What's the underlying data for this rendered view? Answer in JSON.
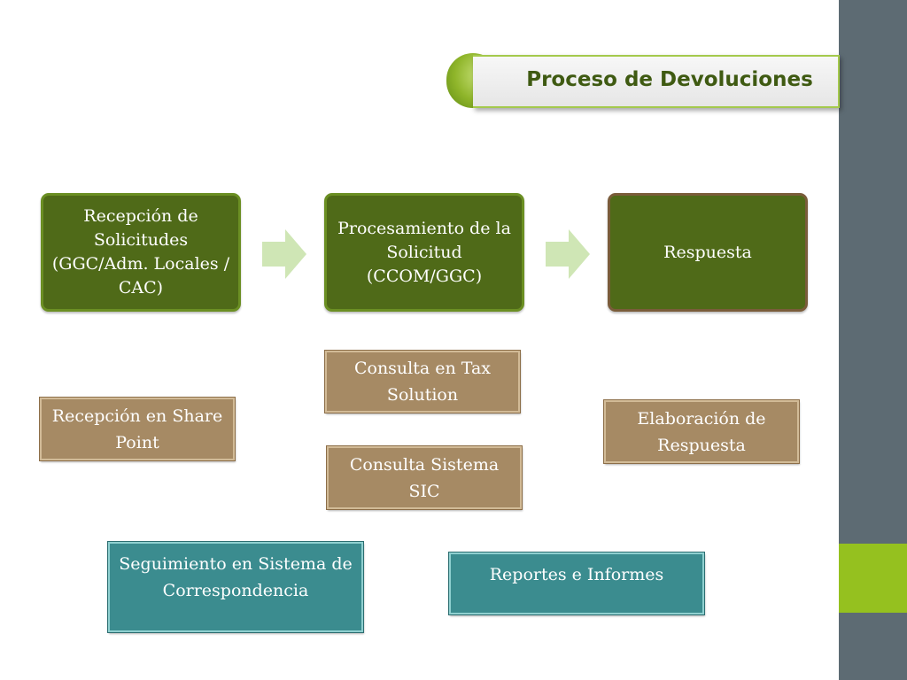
{
  "title": "Proceso  de Devoluciones",
  "stages": [
    {
      "label": "Recepción de Solicitudes (GGC/Adm. Locales / CAC)"
    },
    {
      "label": "Procesamiento de la Solicitud (CCOM/GGC)"
    },
    {
      "label": "Respuesta"
    }
  ],
  "tasks": {
    "sharepoint": "Recepción en Share Point",
    "tax_solution": "Consulta  en Tax Solution",
    "sic": "Consulta  Sistema SIC",
    "respuesta": "Elaboración de Respuesta",
    "seguimiento": "Seguimiento en Sistema de Correspondencia",
    "reportes": "Reportes e Informes"
  },
  "colors": {
    "stage_fill": "#4f6a18",
    "task_fill": "#a68a64",
    "teal_fill": "#3b8c8f",
    "arrow_fill": "#cfe6b5",
    "sidebar": "#5d6b73",
    "accent": "#95c11f"
  }
}
